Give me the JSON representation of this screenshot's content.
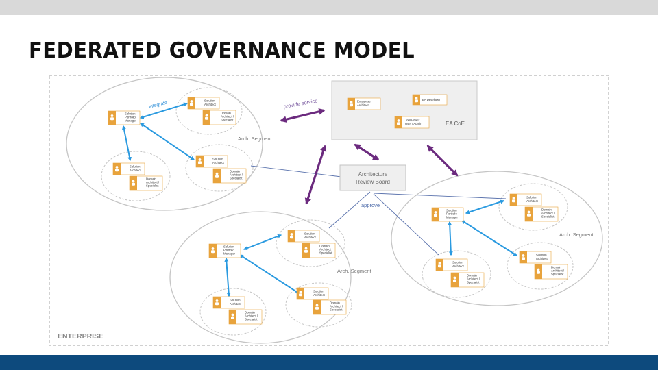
{
  "title": "FEDERATED GOVERNANCE MODEL",
  "enterprise_label": "ENTERPRISE",
  "segment_label": "Arch. Segment",
  "ea_coe": {
    "label": "EA CoE",
    "roles": {
      "enterprise_architect": [
        "Enterprise",
        "Architect"
      ],
      "ea_developer": [
        "EA Developer"
      ],
      "tool_power_user": [
        "Tool Power",
        "User / Admin"
      ]
    }
  },
  "arb": {
    "label": [
      "Architecture",
      "Review Board"
    ]
  },
  "edge_labels": {
    "provide_service": "provide service",
    "approve": "approve",
    "integrate": "integrate"
  },
  "roles": {
    "solution_portfolio_manager": [
      "Solution",
      "Portfolio",
      "Manager"
    ],
    "solution_architect": [
      "Solution",
      "Architect"
    ],
    "domain_architect": [
      "Domain",
      "Architect /",
      "Specialist"
    ]
  },
  "colors": {
    "accent_orange": "#e8a33c",
    "purple_arrow": "#6b2a7e",
    "blue_arrow": "#2a9ae0",
    "footer": "#0d4a7d",
    "header": "#d9d9d9"
  },
  "icons": {
    "person": "person-icon"
  }
}
